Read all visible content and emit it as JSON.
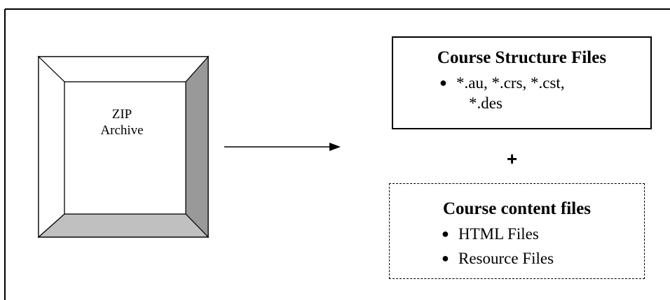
{
  "archive": {
    "label_line1": "ZIP",
    "label_line2": "Archive",
    "colors": {
      "side_dark": "#999999",
      "side_light": "#c0c0c0",
      "face": "#ffffff"
    }
  },
  "operator": "+",
  "structure_box": {
    "title": "Course Structure Files",
    "items": [
      "*.au, *.crs, *.cst,",
      "*.des"
    ]
  },
  "content_box": {
    "title": "Course content files",
    "items": [
      "HTML Files",
      "Resource Files"
    ]
  }
}
